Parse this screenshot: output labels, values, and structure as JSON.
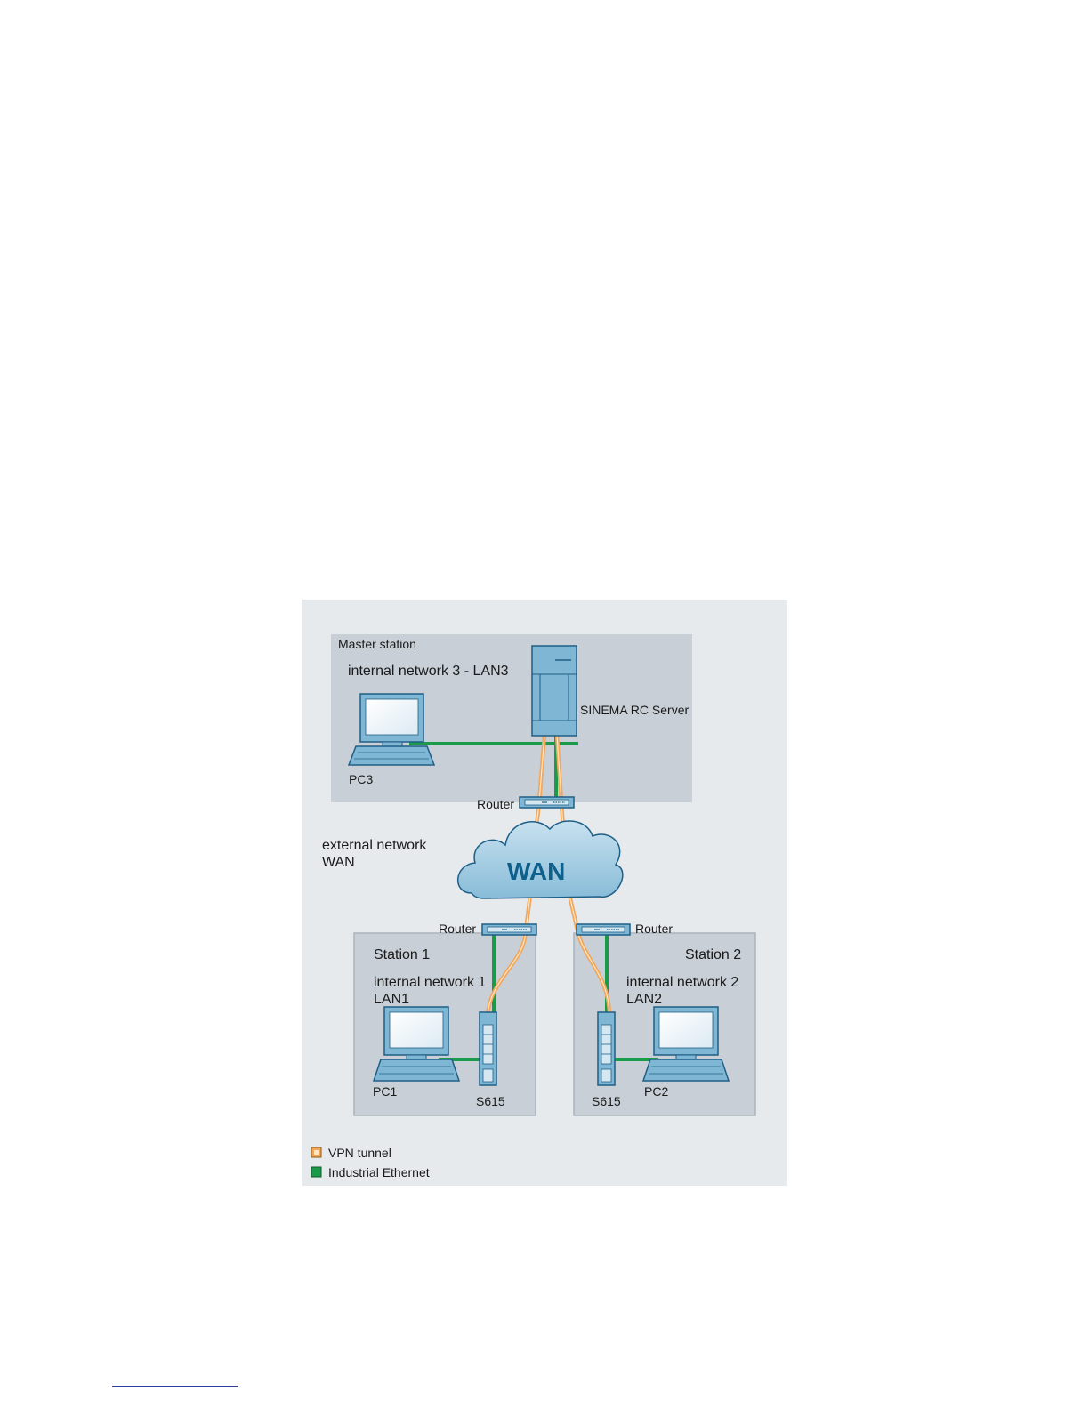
{
  "diagram": {
    "master_station": {
      "title": "Master station",
      "network": "internal network 3 - LAN3",
      "server": "SINEMA RC Server",
      "pc": "PC3",
      "router": "Router"
    },
    "external": {
      "line1": "external network",
      "line2": "WAN",
      "cloud": "WAN"
    },
    "station1": {
      "title": "Station 1",
      "network_line1": "internal network 1",
      "network_line2": "LAN1",
      "pc": "PC1",
      "device": "S615",
      "router": "Router"
    },
    "station2": {
      "title": "Station 2",
      "network_line1": "internal network 2",
      "network_line2": "LAN2",
      "pc": "PC2",
      "device": "S615",
      "router": "Router"
    },
    "legend": [
      {
        "label": "VPN tunnel",
        "color": "#f2a65a"
      },
      {
        "label": "Industrial Ethernet",
        "color": "#1b9a4a"
      }
    ]
  },
  "colors": {
    "background": "#e6eaed",
    "station_box": "#c8cfd6",
    "device_fill": "#7fb6d4",
    "device_stroke": "#1f5f86",
    "ethernet": "#1b9a4a",
    "vpn": "#f2a65a"
  }
}
